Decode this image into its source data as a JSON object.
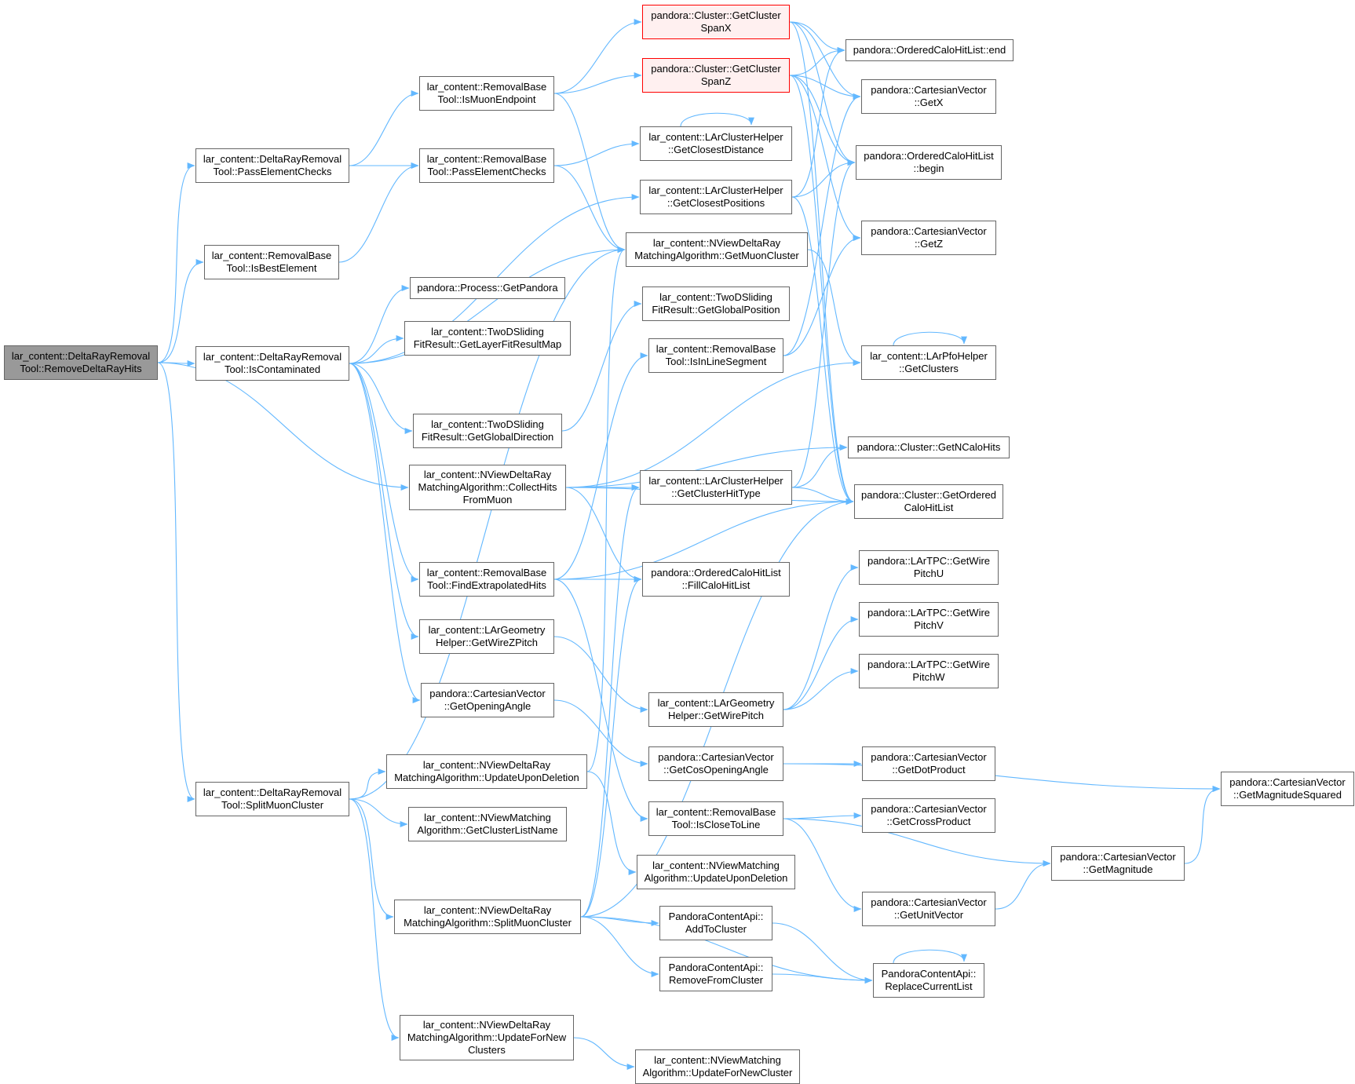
{
  "colors": {
    "edge": "#63b8ff",
    "node_border": "#666666",
    "root_fill": "#999999",
    "highlight_border": "#ff0000",
    "highlight_fill": "#fff0f0"
  },
  "nodes": [
    {
      "id": "n0",
      "label": "lar_content::DeltaRayRemoval\nTool::RemoveDeltaRayHits",
      "style": "root"
    },
    {
      "id": "n1",
      "label": "lar_content::DeltaRayRemoval\nTool::PassElementChecks"
    },
    {
      "id": "n2",
      "label": "lar_content::RemovalBase\nTool::IsBestElement"
    },
    {
      "id": "n3",
      "label": "lar_content::DeltaRayRemoval\nTool::IsContaminated"
    },
    {
      "id": "n4",
      "label": "lar_content::DeltaRayRemoval\nTool::SplitMuonCluster"
    },
    {
      "id": "n5",
      "label": "lar_content::RemovalBase\nTool::IsMuonEndpoint"
    },
    {
      "id": "n6",
      "label": "lar_content::RemovalBase\nTool::PassElementChecks"
    },
    {
      "id": "n7",
      "label": "pandora::Process::GetPandora"
    },
    {
      "id": "n8",
      "label": "lar_content::TwoDSliding\nFitResult::GetLayerFitResultMap"
    },
    {
      "id": "n9",
      "label": "lar_content::TwoDSliding\nFitResult::GetGlobalDirection"
    },
    {
      "id": "n10",
      "label": "lar_content::NViewDeltaRay\nMatchingAlgorithm::CollectHits\nFromMuon"
    },
    {
      "id": "n11",
      "label": "lar_content::RemovalBase\nTool::FindExtrapolatedHits"
    },
    {
      "id": "n12",
      "label": "lar_content::LArGeometry\nHelper::GetWireZPitch"
    },
    {
      "id": "n13",
      "label": "pandora::CartesianVector\n::GetOpeningAngle"
    },
    {
      "id": "n14",
      "label": "lar_content::NViewDeltaRay\nMatchingAlgorithm::UpdateUponDeletion"
    },
    {
      "id": "n15",
      "label": "lar_content::NViewMatching\nAlgorithm::GetClusterListName"
    },
    {
      "id": "n16",
      "label": "lar_content::NViewDeltaRay\nMatchingAlgorithm::SplitMuonCluster"
    },
    {
      "id": "n17",
      "label": "lar_content::NViewDeltaRay\nMatchingAlgorithm::UpdateForNew\nClusters"
    },
    {
      "id": "n18",
      "label": "pandora::Cluster::GetCluster\nSpanX",
      "style": "red"
    },
    {
      "id": "n19",
      "label": "pandora::Cluster::GetCluster\nSpanZ",
      "style": "red"
    },
    {
      "id": "n20",
      "label": "lar_content::LArClusterHelper\n::GetClosestDistance"
    },
    {
      "id": "n21",
      "label": "lar_content::LArClusterHelper\n::GetClosestPositions"
    },
    {
      "id": "n22",
      "label": "lar_content::NViewDeltaRay\nMatchingAlgorithm::GetMuonCluster"
    },
    {
      "id": "n23",
      "label": "lar_content::TwoDSliding\nFitResult::GetGlobalPosition"
    },
    {
      "id": "n24",
      "label": "lar_content::RemovalBase\nTool::IsInLineSegment"
    },
    {
      "id": "n25",
      "label": "lar_content::LArClusterHelper\n::GetClusterHitType"
    },
    {
      "id": "n26",
      "label": "pandora::OrderedCaloHitList\n::FillCaloHitList"
    },
    {
      "id": "n27",
      "label": "lar_content::LArGeometry\nHelper::GetWirePitch"
    },
    {
      "id": "n28",
      "label": "pandora::CartesianVector\n::GetCosOpeningAngle"
    },
    {
      "id": "n29",
      "label": "lar_content::RemovalBase\nTool::IsCloseToLine"
    },
    {
      "id": "n30",
      "label": "lar_content::NViewMatching\nAlgorithm::UpdateUponDeletion"
    },
    {
      "id": "n31",
      "label": "PandoraContentApi::\nAddToCluster"
    },
    {
      "id": "n32",
      "label": "PandoraContentApi::\nRemoveFromCluster"
    },
    {
      "id": "n33",
      "label": "lar_content::NViewMatching\nAlgorithm::UpdateForNewCluster"
    },
    {
      "id": "n34",
      "label": "pandora::OrderedCaloHitList::end"
    },
    {
      "id": "n35",
      "label": "pandora::CartesianVector\n::GetX"
    },
    {
      "id": "n36",
      "label": "pandora::OrderedCaloHitList\n::begin"
    },
    {
      "id": "n37",
      "label": "pandora::CartesianVector\n::GetZ"
    },
    {
      "id": "n38",
      "label": "lar_content::LArPfoHelper\n::GetClusters"
    },
    {
      "id": "n39",
      "label": "pandora::Cluster::GetNCaloHits"
    },
    {
      "id": "n40",
      "label": "pandora::Cluster::GetOrdered\nCaloHitList"
    },
    {
      "id": "n41",
      "label": "pandora::LArTPC::GetWire\nPitchU"
    },
    {
      "id": "n42",
      "label": "pandora::LArTPC::GetWire\nPitchV"
    },
    {
      "id": "n43",
      "label": "pandora::LArTPC::GetWire\nPitchW"
    },
    {
      "id": "n44",
      "label": "pandora::CartesianVector\n::GetDotProduct"
    },
    {
      "id": "n45",
      "label": "pandora::CartesianVector\n::GetCrossProduct"
    },
    {
      "id": "n46",
      "label": "pandora::CartesianVector\n::GetMagnitude"
    },
    {
      "id": "n47",
      "label": "pandora::CartesianVector\n::GetUnitVector"
    },
    {
      "id": "n48",
      "label": "PandoraContentApi::\nReplaceCurrentList"
    },
    {
      "id": "n49",
      "label": "pandora::CartesianVector\n::GetMagnitudeSquared"
    }
  ],
  "edges": [
    [
      "n0",
      "n1"
    ],
    [
      "n0",
      "n2"
    ],
    [
      "n0",
      "n3"
    ],
    [
      "n0",
      "n10"
    ],
    [
      "n0",
      "n4"
    ],
    [
      "n1",
      "n5"
    ],
    [
      "n1",
      "n6"
    ],
    [
      "n2",
      "n6"
    ],
    [
      "n3",
      "n21"
    ],
    [
      "n3",
      "n22"
    ],
    [
      "n3",
      "n7"
    ],
    [
      "n3",
      "n8"
    ],
    [
      "n3",
      "n9"
    ],
    [
      "n3",
      "n11"
    ],
    [
      "n3",
      "n12"
    ],
    [
      "n3",
      "n13"
    ],
    [
      "n4",
      "n22"
    ],
    [
      "n4",
      "n14"
    ],
    [
      "n4",
      "n15"
    ],
    [
      "n4",
      "n16"
    ],
    [
      "n4",
      "n17"
    ],
    [
      "n5",
      "n18"
    ],
    [
      "n5",
      "n19"
    ],
    [
      "n5",
      "n22"
    ],
    [
      "n6",
      "n20"
    ],
    [
      "n6",
      "n22"
    ],
    [
      "n9",
      "n23"
    ],
    [
      "n10",
      "n38"
    ],
    [
      "n10",
      "n39"
    ],
    [
      "n10",
      "n25"
    ],
    [
      "n10",
      "n40"
    ],
    [
      "n10",
      "n26"
    ],
    [
      "n11",
      "n24"
    ],
    [
      "n11",
      "n26"
    ],
    [
      "n11",
      "n40"
    ],
    [
      "n11",
      "n29"
    ],
    [
      "n12",
      "n27"
    ],
    [
      "n13",
      "n28"
    ],
    [
      "n14",
      "n22"
    ],
    [
      "n14",
      "n30"
    ],
    [
      "n16",
      "n25"
    ],
    [
      "n16",
      "n40"
    ],
    [
      "n16",
      "n26"
    ],
    [
      "n16",
      "n31"
    ],
    [
      "n16",
      "n32"
    ],
    [
      "n16",
      "n48"
    ],
    [
      "n17",
      "n33"
    ],
    [
      "n18",
      "n34"
    ],
    [
      "n18",
      "n35"
    ],
    [
      "n18",
      "n36"
    ],
    [
      "n18",
      "n40"
    ],
    [
      "n19",
      "n34"
    ],
    [
      "n19",
      "n35"
    ],
    [
      "n19",
      "n36"
    ],
    [
      "n19",
      "n37"
    ],
    [
      "n19",
      "n40"
    ],
    [
      "n20",
      "n20"
    ],
    [
      "n21",
      "n34"
    ],
    [
      "n21",
      "n36"
    ],
    [
      "n21",
      "n40"
    ],
    [
      "n22",
      "n38"
    ],
    [
      "n24",
      "n35"
    ],
    [
      "n24",
      "n37"
    ],
    [
      "n25",
      "n39"
    ],
    [
      "n25",
      "n40"
    ],
    [
      "n25",
      "n36"
    ],
    [
      "n27",
      "n41"
    ],
    [
      "n27",
      "n42"
    ],
    [
      "n27",
      "n43"
    ],
    [
      "n28",
      "n44"
    ],
    [
      "n28",
      "n49"
    ],
    [
      "n29",
      "n45"
    ],
    [
      "n29",
      "n46"
    ],
    [
      "n29",
      "n47"
    ],
    [
      "n31",
      "n48"
    ],
    [
      "n32",
      "n48"
    ],
    [
      "n38",
      "n38"
    ],
    [
      "n48",
      "n48"
    ],
    [
      "n46",
      "n49"
    ],
    [
      "n47",
      "n46"
    ]
  ]
}
